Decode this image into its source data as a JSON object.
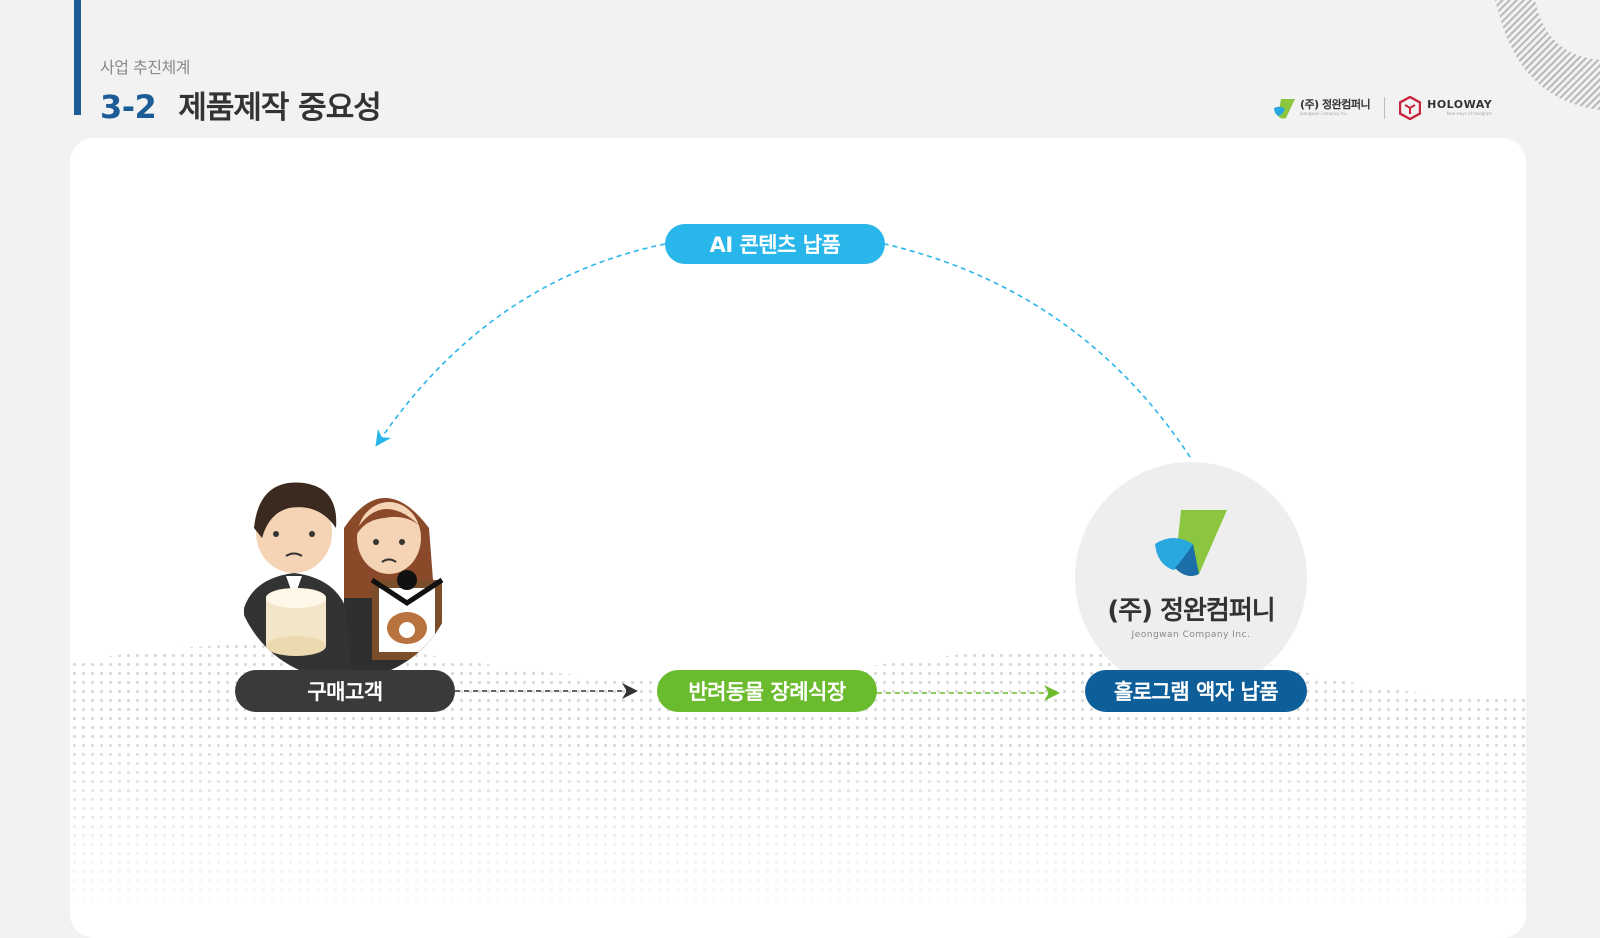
{
  "header": {
    "kicker": "사업 추진체계",
    "number": "3-2",
    "title": "제품제작 중요성"
  },
  "brand": {
    "company_name": "(주) 정완컴퍼니",
    "company_sub": "Jeongwan Company Inc.",
    "partner_name": "HOLOWAY",
    "partner_sub": "New ways of hologram"
  },
  "diagram": {
    "top_label": "AI 콘텐츠 납품",
    "customer_label": "구매고객",
    "funeral_label": "반려동물 장례식장",
    "hologram_label": "홀로그램 액자 납품",
    "company_circle_name": "(주) 정완컴퍼니",
    "company_circle_sub": "Jeongwan Company Inc."
  },
  "colors": {
    "primary_blue": "#1d5d97",
    "sky": "#29b6ea",
    "green": "#6bbb2e",
    "dark": "#3a3a3a",
    "navy": "#0e5e99"
  }
}
